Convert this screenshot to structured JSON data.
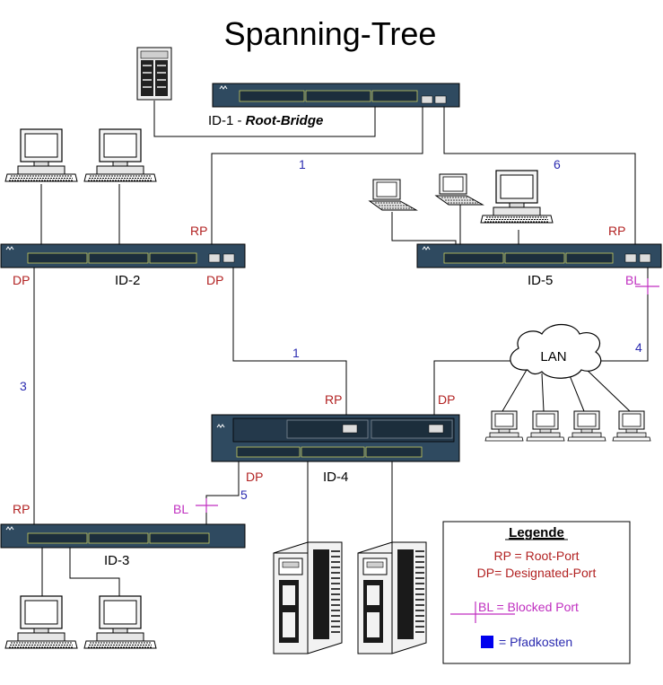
{
  "title": "Spanning-Tree",
  "colors": {
    "rp_dp": "#b22222",
    "bl": "#c02fc0",
    "cost": "#2b2bb0",
    "switch_body": "#2f4a60",
    "port_led": "#c8cc60",
    "link": "#000000",
    "legend_cost_square": "#0000ee"
  },
  "switches": {
    "id1": {
      "label_prefix": "ID-1 - ",
      "label_emph": "Root-Bridge"
    },
    "id2": {
      "label": "ID-2"
    },
    "id3": {
      "label": "ID-3"
    },
    "id4": {
      "label": "ID-4"
    },
    "id5": {
      "label": "ID-5"
    }
  },
  "port_labels": {
    "id2_rp": "RP",
    "id2_dp_left": "DP",
    "id2_dp_right": "DP",
    "id5_rp": "RP",
    "id5_bl": "BL",
    "id4_rp": "RP",
    "id4_dp_top": "DP",
    "id4_dp_bottom": "DP",
    "id3_rp": "RP",
    "id3_bl": "BL"
  },
  "path_costs": {
    "id1_id2": "1",
    "id1_id5": "6",
    "id2_id3": "3",
    "id2_id4": "1",
    "id5_lan": "4",
    "id3_id4": "5"
  },
  "lan": {
    "label": "LAN"
  },
  "legend": {
    "title": "Legende",
    "rp": "RP = Root-Port",
    "dp": "DP= Designated-Port",
    "bl": "BL = Blocked Port",
    "cost": "= Pfadkosten"
  },
  "icons": [
    "server-icon",
    "switch-icon",
    "desktop-pc-icon",
    "laptop-icon",
    "cloud-icon",
    "tower-server-icon"
  ]
}
